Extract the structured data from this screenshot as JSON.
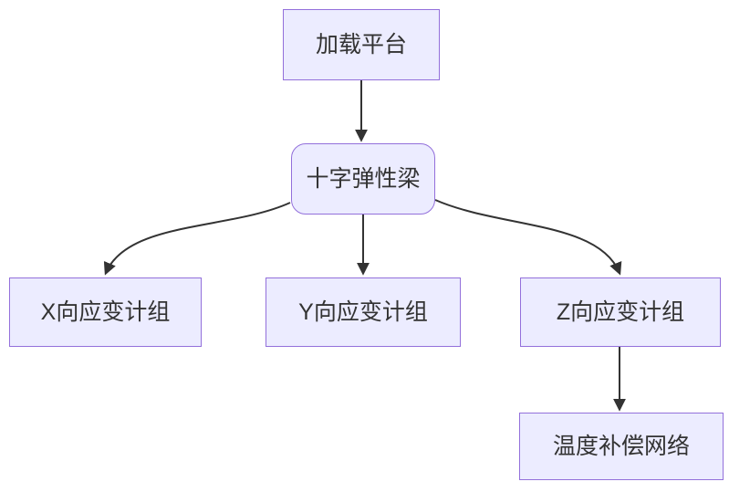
{
  "diagram": {
    "type": "flowchart",
    "direction": "top-down",
    "colors": {
      "node_fill": "#ECECFF",
      "node_border": "#9370DB",
      "edge_color": "#333333",
      "text_color": "#333333",
      "background": "#ffffff"
    },
    "nodes": [
      {
        "id": "loading-platform",
        "label": "加载平台",
        "shape": "rect"
      },
      {
        "id": "cross-beam",
        "label": "十字弹性梁",
        "shape": "rounded"
      },
      {
        "id": "x-strain",
        "label": "X向应变计组",
        "shape": "rect"
      },
      {
        "id": "y-strain",
        "label": "Y向应变计组",
        "shape": "rect"
      },
      {
        "id": "z-strain",
        "label": "Z向应变计组",
        "shape": "rect"
      },
      {
        "id": "temp-comp",
        "label": "温度补偿网络",
        "shape": "rect"
      }
    ],
    "edges": [
      {
        "from": "loading-platform",
        "to": "cross-beam"
      },
      {
        "from": "cross-beam",
        "to": "x-strain"
      },
      {
        "from": "cross-beam",
        "to": "y-strain"
      },
      {
        "from": "cross-beam",
        "to": "z-strain"
      },
      {
        "from": "z-strain",
        "to": "temp-comp"
      }
    ]
  }
}
